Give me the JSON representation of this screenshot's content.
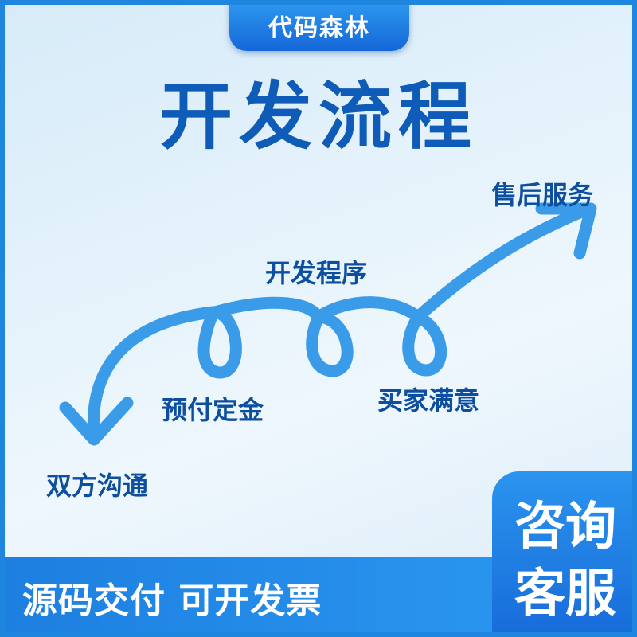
{
  "brand": {
    "name": "代码森林"
  },
  "headline": {
    "title": "开发流程"
  },
  "flow": {
    "steps": [
      {
        "label": "双方沟通"
      },
      {
        "label": "预付定金"
      },
      {
        "label": "开发程序"
      },
      {
        "label": "买家满意"
      },
      {
        "label": "售后服务"
      }
    ],
    "arrow_color": "#3a9be8"
  },
  "footer": {
    "text": "源码交付 可开发票"
  },
  "consult": {
    "line1": "咨询",
    "line2": "客服"
  },
  "colors": {
    "primary": "#1f86e0",
    "title": "#0f5bb8",
    "background": "#e4f2fb"
  }
}
